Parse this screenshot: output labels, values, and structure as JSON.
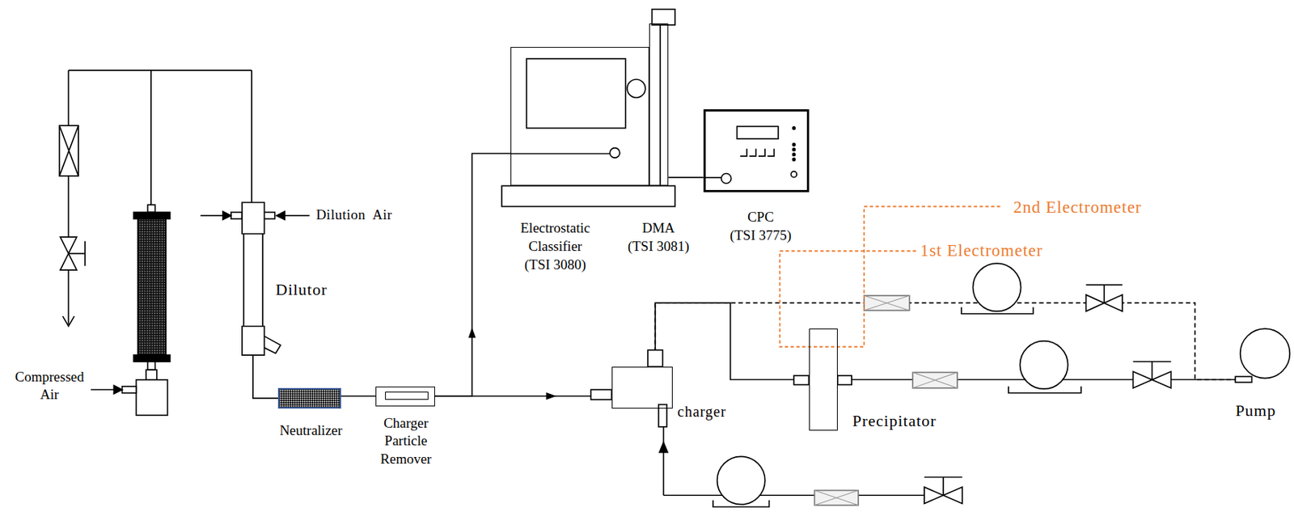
{
  "diagram": {
    "nodes": [
      {
        "text": [
          "Dilutor"
        ]
      },
      {
        "text": [
          "Neutralizer"
        ]
      },
      {
        "text": [
          "Charger Particle Remover"
        ]
      },
      {
        "text": [
          "Electrostatic Classifier",
          "(TSI 3080)"
        ]
      },
      {
        "text": [
          "DMA",
          "(TSI 3081)"
        ]
      },
      {
        "text": [
          "CPC",
          "(TSI 3775)"
        ]
      },
      {
        "text": [
          "charger"
        ]
      },
      {
        "text": [
          "Precipitator"
        ]
      },
      {
        "text": [
          "Pump"
        ]
      }
    ],
    "edges": [
      {
        "from": 0,
        "to": 1,
        "arrow": "none"
      },
      {
        "from": 1,
        "to": 2,
        "arrow": "none"
      },
      {
        "from": 2,
        "to": 6,
        "arrow": "to"
      },
      {
        "from": 2,
        "to": 3,
        "arrow": "to"
      },
      {
        "from": 4,
        "to": 5,
        "arrow": "none"
      },
      {
        "from": 6,
        "to": 7,
        "arrow": "none"
      },
      {
        "from": 6,
        "to": 8,
        "arrow": "none"
      },
      {
        "from": 7,
        "to": 8,
        "arrow": "none"
      }
    ],
    "labels": [
      "Dilution  Air",
      "Compressed Air",
      "2nd Electrometer",
      "1st Electrometer"
    ]
  }
}
